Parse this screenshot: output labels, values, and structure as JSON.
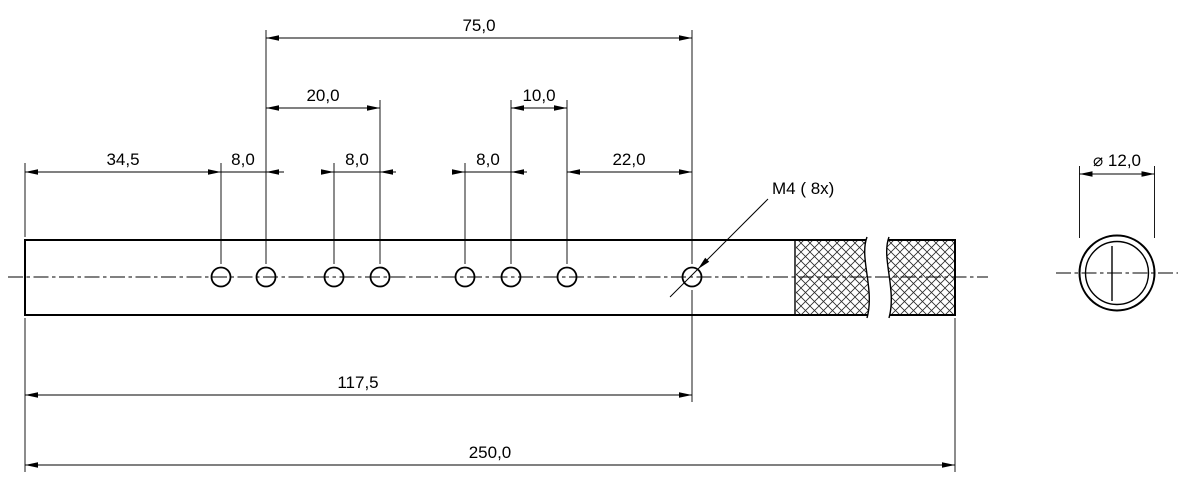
{
  "drawing": {
    "side_view": {
      "thread_callout": "M4  ( 8x)",
      "dim_hole_span": "75,0",
      "dim_pitch_20": "20,0",
      "dim_pitch_10": "10,0",
      "dim_offset_first_hole": "34,5",
      "dim_pitch_8_a": "8,0",
      "dim_pitch_8_b": "8,0",
      "dim_pitch_8_c": "8,0",
      "dim_pitch_22": "22,0",
      "dim_to_last_hole": "117,5",
      "dim_overall_length": "250,0"
    },
    "end_view": {
      "dim_diameter": "⌀ 12,0"
    }
  }
}
